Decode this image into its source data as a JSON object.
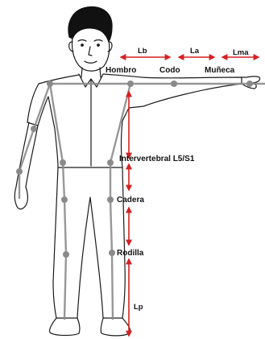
{
  "figure": {
    "segment_labels": {
      "lb": "Lb",
      "la": "La",
      "lma": "Lma",
      "lp": "Lp"
    },
    "joint_labels": {
      "hombro": "Hombro",
      "codo": "Codo",
      "muneca": "Muñeca",
      "intervertebral": "Intervertebral L5/S1",
      "cadera": "Cadera",
      "rodilla": "Rodilla"
    },
    "colors": {
      "arrow": "#d62020",
      "skeleton": "#8c8c8c",
      "joint": "#8a8a8a",
      "outline": "#1a1a1a",
      "hair": "#111111"
    }
  }
}
